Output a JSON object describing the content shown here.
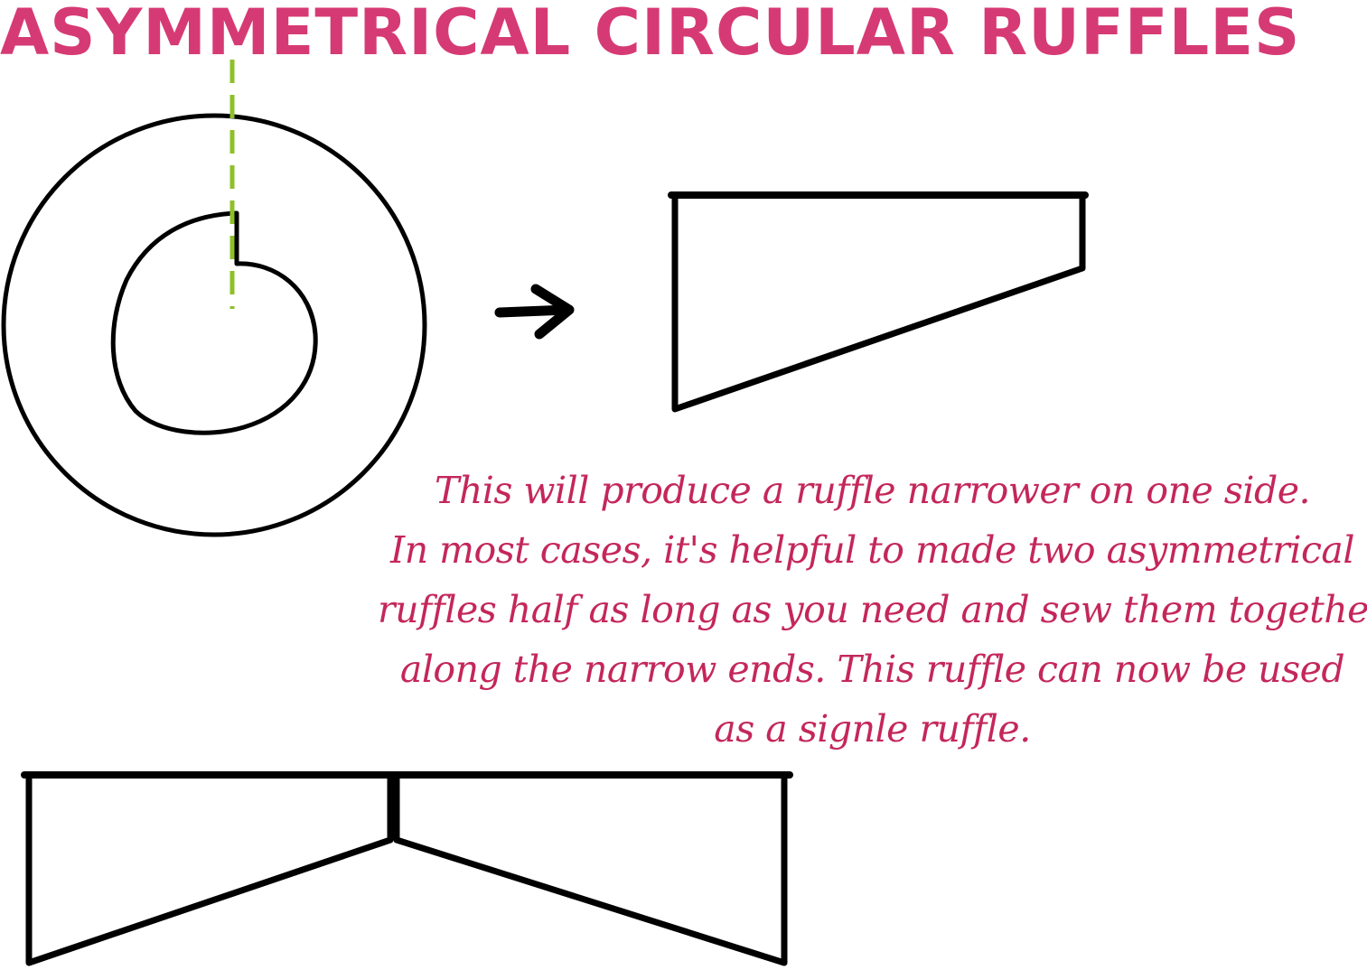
{
  "title": "ASYMMETRICAL CIRCULAR RUFFLES",
  "caption": {
    "lines": [
      "This will produce a ruffle narrower on one side.",
      "In most cases, it's helpful to made two asymmetrical",
      "ruffles half as long as you need and sew them together",
      "along the narrow ends. This ruffle can now be used",
      "as a signle ruffle."
    ]
  },
  "colors": {
    "title": "#d63a74",
    "caption": "#c4275a",
    "cut_line": "#8fbf2a",
    "outline": "#000000"
  },
  "icons": {
    "arrow": "right-arrow-icon"
  }
}
